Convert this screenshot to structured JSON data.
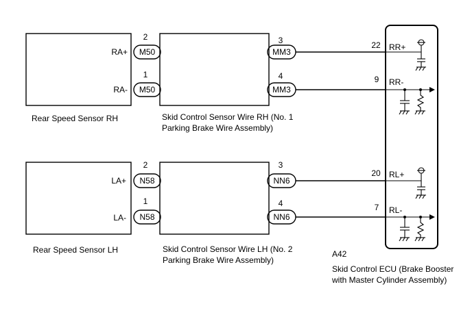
{
  "sensor_rh": {
    "name": "Rear Speed Sensor RH",
    "pin_pos": "RA+",
    "pin_neg": "RA-"
  },
  "sensor_lh": {
    "name": "Rear Speed Sensor LH",
    "pin_pos": "LA+",
    "pin_neg": "LA-"
  },
  "wire_rh": {
    "name_line1": "Skid Control Sensor Wire RH (No. 1",
    "name_line2": "Parking Brake Wire Assembly)"
  },
  "wire_lh": {
    "name_line1": "Skid Control Sensor Wire LH (No. 2",
    "name_line2": "Parking Brake Wire Assembly)"
  },
  "conn_rh_in": {
    "label": "M50",
    "pin_top": "2",
    "pin_bottom": "1"
  },
  "conn_rh_out": {
    "label": "MM3",
    "pin_top": "3",
    "pin_bottom": "4"
  },
  "conn_lh_in": {
    "label": "N58",
    "pin_top": "2",
    "pin_bottom": "1"
  },
  "conn_lh_out": {
    "label": "NN6",
    "pin_top": "3",
    "pin_bottom": "4"
  },
  "ecu": {
    "code": "A42",
    "name_line1": "Skid Control ECU (Brake Booster",
    "name_line2": "with Master Cylinder Assembly)",
    "terminals": [
      {
        "pin": "22",
        "label": "RR+"
      },
      {
        "pin": "9",
        "label": "RR-"
      },
      {
        "pin": "20",
        "label": "RL+"
      },
      {
        "pin": "7",
        "label": "RL-"
      }
    ]
  }
}
